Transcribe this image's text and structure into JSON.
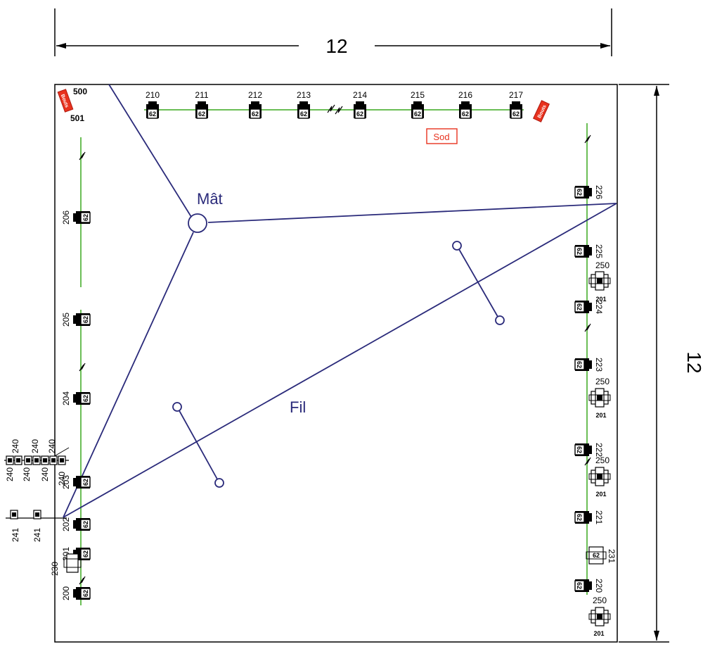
{
  "dimensions": {
    "width_label": "12",
    "height_label": "12"
  },
  "labels": {
    "mast": "Mât",
    "wire": "Fil",
    "sod": "Sod",
    "bouts": "Bouts"
  },
  "aux": {
    "a500": "500",
    "a501": "501"
  },
  "top_row": [
    "210",
    "211",
    "212",
    "213",
    "214",
    "215",
    "216",
    "217"
  ],
  "left_col": [
    "206",
    "205",
    "204",
    "203",
    "202",
    "201",
    "200"
  ],
  "right_col": [
    "226",
    "225",
    "224",
    "223",
    "222",
    "221",
    "231",
    "220"
  ],
  "boxes": [
    "250",
    "201",
    "250",
    "201",
    "250",
    "201",
    "250",
    "201"
  ],
  "fixture_value": "62",
  "far_left": {
    "row1": [
      "240",
      "240",
      "240"
    ],
    "row2": [
      "240",
      "240",
      "240",
      "240"
    ],
    "lower": [
      "241",
      "241"
    ],
    "box230": "230"
  },
  "colors": {
    "wire": "#2a2a7a",
    "truss": "#3aa81e",
    "accent": "#e8321e",
    "frame": "#000000"
  }
}
